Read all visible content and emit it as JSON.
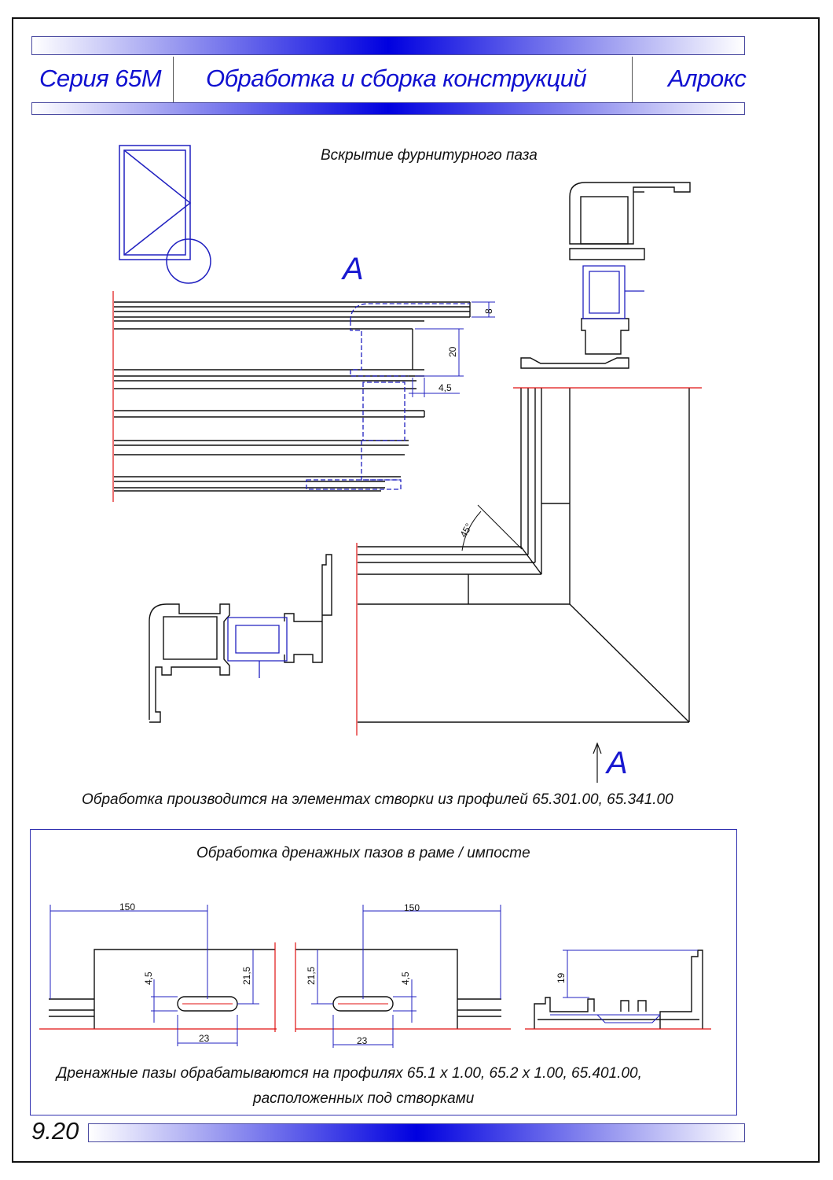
{
  "header": {
    "series": "Серия 65М",
    "title": "Обработка и сборка конструкций",
    "brand": "Алрокс"
  },
  "section_top": {
    "caption": "Вскрытие фурнитурного паза",
    "view_label": "A",
    "view_label_bottom": "A",
    "dims": {
      "d8": "8",
      "d20": "20",
      "d45": "4,5",
      "angle": "45°"
    },
    "note": "Обработка производится на элементах створки из профилей  65.301.00,  65.341.00"
  },
  "section_drain": {
    "caption": "Обработка дренажных пазов в раме / импосте",
    "left": {
      "d150": "150",
      "d45": "4,5",
      "d215": "21,5",
      "d23": "23"
    },
    "right": {
      "d150": "150",
      "d215": "21,5",
      "d45": "4,5",
      "d23": "23"
    },
    "profile": {
      "d19": "19"
    },
    "note_line1": "Дренажные пазы обрабатываются на профилях  65.1 x 1.00,  65.2 x 1.00,  65.401.00,",
    "note_line2": "расположенных под створками"
  },
  "footer": {
    "page_number": "9.20"
  },
  "colors": {
    "accent": "#1818d0",
    "line": "#111111",
    "red": "#e01010",
    "blue_line": "#2020c0"
  }
}
